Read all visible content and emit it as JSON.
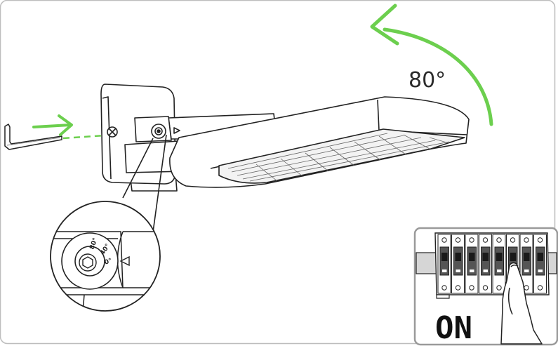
{
  "angle_label": "80°",
  "dial_marks": [
    "80°",
    "40°",
    "0°"
  ],
  "switch_label": "ON",
  "colors": {
    "accent": "#6ccf4e",
    "line": "#222222",
    "frame": "#9a9a9a",
    "panel_bg": "#f4f4f4"
  },
  "icons": [
    "hex-key-icon",
    "rotate-arrow-icon",
    "insert-arrow-icon",
    "pointer-hand-icon",
    "pivot-bolt-icon",
    "hex-socket-icon"
  ]
}
